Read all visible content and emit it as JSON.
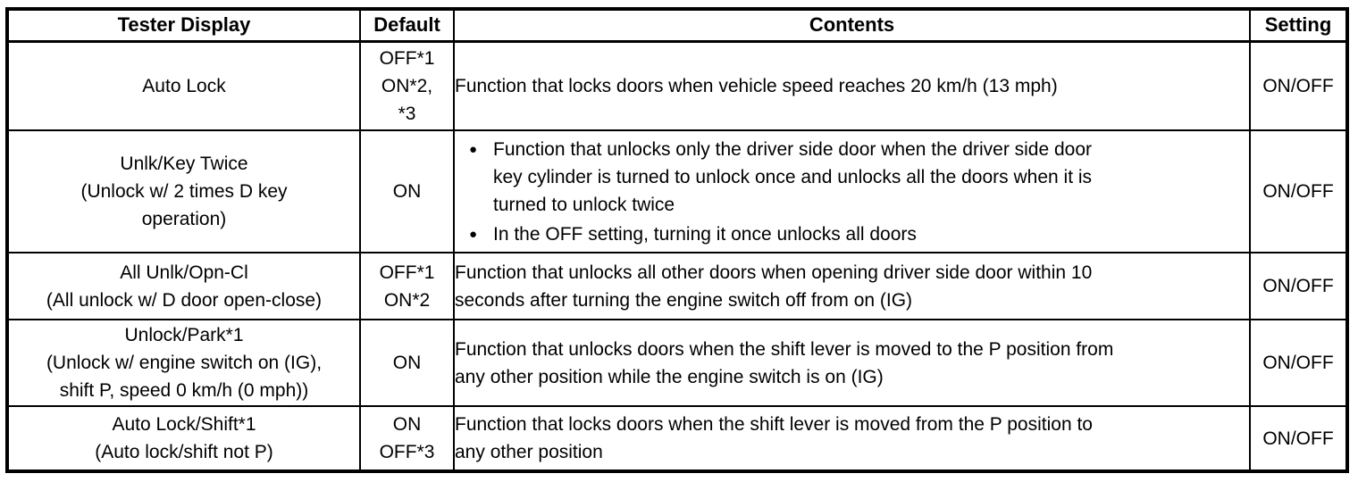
{
  "table": {
    "headers": [
      "Tester Display",
      "Default",
      "Contents",
      "Setting"
    ],
    "bullet_char": "●",
    "colors": {
      "border": "#000000",
      "text": "#000000",
      "background": "#ffffff"
    },
    "rows": [
      {
        "tester_name": "Auto Lock",
        "tester_note": "",
        "default": "OFF*1\nON*2,\n*3",
        "contents": "Function that locks doors when vehicle speed reaches 20 km/h (13 mph)",
        "setting": "ON/OFF"
      },
      {
        "tester_name": "Unlk/Key Twice",
        "tester_note": "(Unlock w/ 2 times D key\noperation)",
        "default": "ON",
        "bullets": [
          "Function that unlocks only the driver side door when the driver side door\nkey cylinder is turned to unlock once and unlocks all the doors when it is\nturned to unlock twice",
          "In the OFF setting, turning it once unlocks all doors"
        ],
        "setting": "ON/OFF"
      },
      {
        "tester_name": "All Unlk/Opn-Cl",
        "tester_note": "(All unlock w/ D door open-close)",
        "default": "OFF*1\nON*2",
        "contents": "Function that unlocks all other doors when opening driver side door within 10\nseconds after turning the engine switch off from on (IG)",
        "setting": "ON/OFF"
      },
      {
        "tester_name": "Unlock/Park*1",
        "tester_note": "(Unlock w/ engine switch on (IG),\nshift P, speed 0 km/h (0 mph))",
        "default": "ON",
        "contents": "Function that unlocks doors when the shift lever is moved to the P position from\nany other position while the engine switch is on (IG)",
        "setting": "ON/OFF"
      },
      {
        "tester_name": "Auto Lock/Shift*1",
        "tester_note": "(Auto lock/shift not P)",
        "default": "ON\nOFF*3",
        "contents": "Function that locks doors when the shift lever is moved from the P position to\nany other position",
        "setting": "ON/OFF"
      }
    ]
  }
}
